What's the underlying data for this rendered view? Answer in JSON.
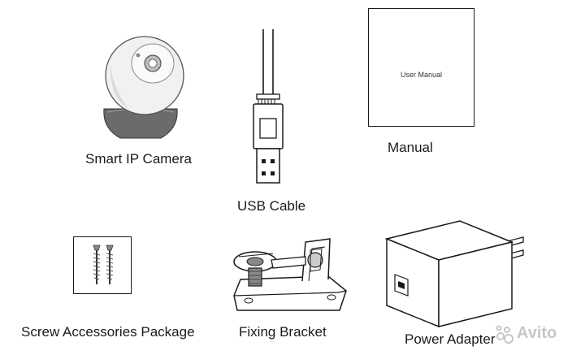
{
  "items": {
    "camera": {
      "label": "Smart IP Camera",
      "icon": "smart-ip-camera"
    },
    "usb_cable": {
      "label": "USB Cable",
      "icon": "usb-cable"
    },
    "manual": {
      "label": "Manual",
      "icon": "user-manual-booklet",
      "cover_text": "User Manual"
    },
    "screws": {
      "label": "Screw Accessories Package",
      "icon": "screw-package"
    },
    "bracket": {
      "label": "Fixing Bracket",
      "icon": "fixing-bracket"
    },
    "adapter": {
      "label": "Power Adapter",
      "icon": "power-adapter"
    }
  },
  "watermark": {
    "text": "Avito",
    "color": "#9a9a9a"
  },
  "colors": {
    "line": "#1a1a1a",
    "camera_body": "#e8e8e8",
    "camera_base": "#6b6b6b"
  }
}
